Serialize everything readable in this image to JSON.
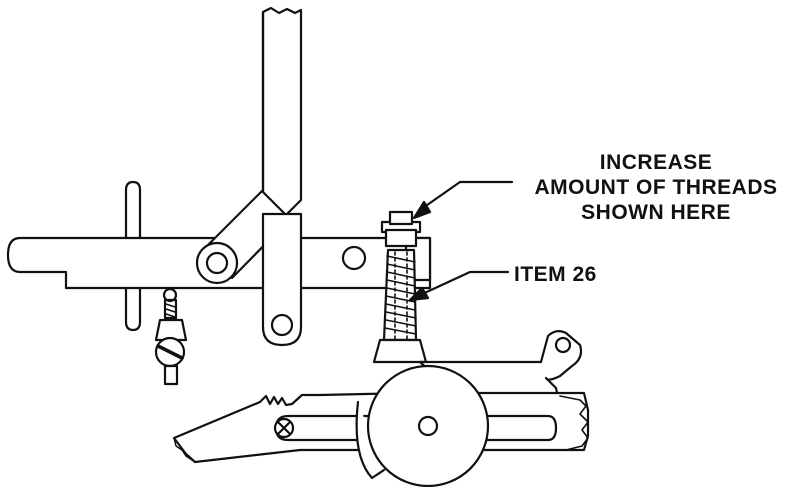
{
  "colors": {
    "ink": "#111111",
    "paper": "#ffffff"
  },
  "callouts": {
    "threads": {
      "lines": [
        "INCREASE",
        "AMOUNT OF THREADS",
        "SHOWN HERE"
      ]
    },
    "item": {
      "text": "ITEM 26"
    }
  },
  "icons": [
    "set-screw-icon",
    "phillips-screw-icon",
    "arrow-head-icon"
  ]
}
